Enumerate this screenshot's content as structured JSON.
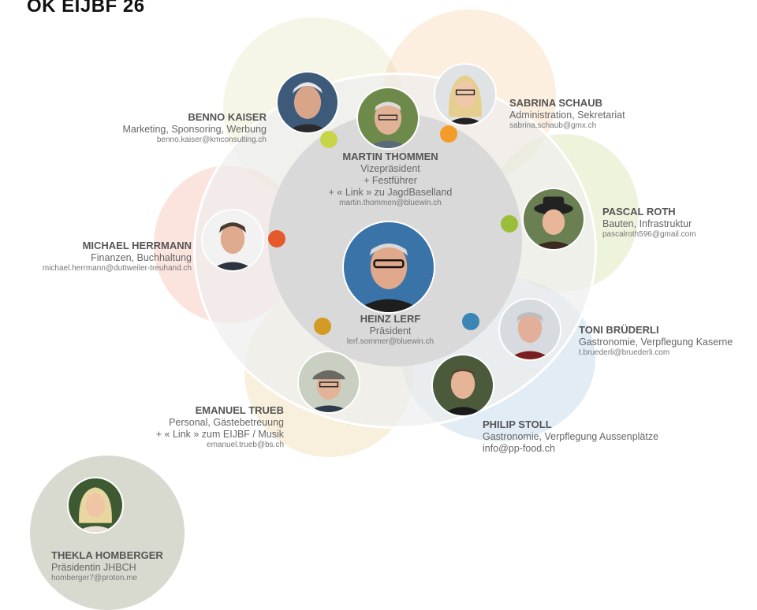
{
  "title": "OK EIJBF 26",
  "colors": {
    "ring_bg": "#eeeeee",
    "center_bg": "#d9d9da",
    "yellow_green": "#c8d44a",
    "orange": "#f39c2a",
    "green": "#9bbd3a",
    "red": "#e55a2b",
    "gold": "#d49b24",
    "blue": "#3b86b5",
    "thekla_bg": "#d8dad0"
  },
  "members": {
    "heinz": {
      "name": "HEINZ LERF",
      "role": "Präsident",
      "email": "lerf.sommer@bluewin.ch"
    },
    "martin": {
      "name": "MARTIN THOMMEN",
      "role1": "Vizepräsident",
      "role2": "+ Festführer",
      "role3": "+ « Link » zu JagdBaselland",
      "email": "martin.thommen@bluewin.ch"
    },
    "benno": {
      "name": "BENNO KAISER",
      "role": "Marketing, Sponsoring, Werbung",
      "email": "benno.kaiser@kmconsulting.ch"
    },
    "sabrina": {
      "name": "SABRINA SCHAUB",
      "role": "Administration, Sekretariat",
      "email": "sabrina.schaub@gmx.ch"
    },
    "pascal": {
      "name": "PASCAL ROTH",
      "role": "Bauten, Infrastruktur",
      "email": "pascalroth596@gmail.com"
    },
    "michael": {
      "name": "MICHAEL HERRMANN",
      "role": "Finanzen, Buchhaltung",
      "email": "michael.herrmann@duttweiler-treuhand.ch"
    },
    "toni": {
      "name": "TONI BRÜDERLI",
      "role": "Gastronomie, Verpflegung Kaserne",
      "email": "t.bruederli@bruederli.com"
    },
    "philip": {
      "name": "PHILIP STOLL",
      "role": "Gastronomie, Verpflegung Aussenplätze",
      "email": "info@pp-food.ch"
    },
    "emanuel": {
      "name": "EMANUEL TRUEB",
      "role1": "Personal, Gästebetreuung",
      "role2": "+ « Link » zum EIJBF / Musik",
      "email": "emanuel.trueb@bs.ch"
    },
    "thekla": {
      "name": "THEKLA HOMBERGER",
      "role": "Präsidentin JHBCH",
      "email": "homberger7@proton.me"
    }
  }
}
